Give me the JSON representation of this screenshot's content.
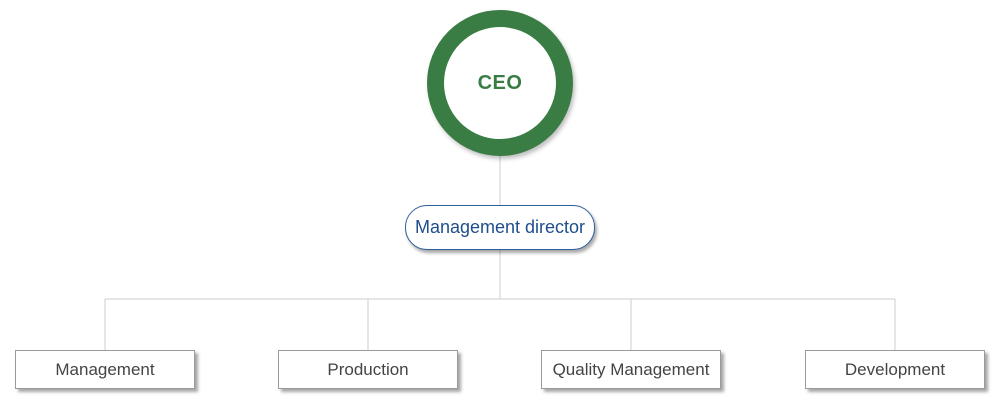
{
  "org_chart": {
    "ceo": {
      "label": "CEO"
    },
    "director": {
      "label": "Management director"
    },
    "departments": [
      {
        "label": "Management"
      },
      {
        "label": "Production"
      },
      {
        "label": "Quality Management"
      },
      {
        "label": "Development"
      }
    ]
  },
  "colors": {
    "ceo_ring": "#3a7d44",
    "director_border": "#2f5f9e",
    "director_text": "#1f4e8c",
    "dept_border": "#9a9a9a",
    "connector": "#cccccc"
  }
}
